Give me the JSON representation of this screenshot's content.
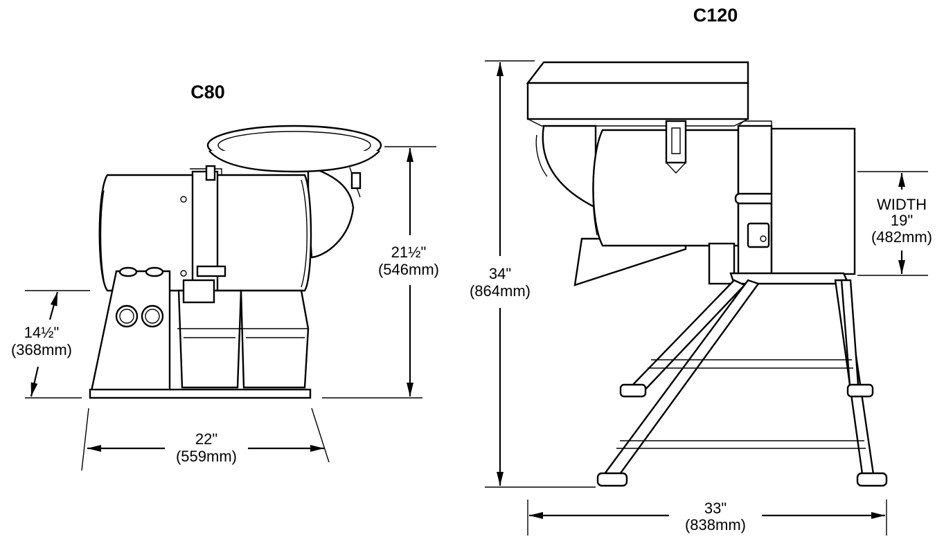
{
  "models": {
    "c80": {
      "title": "C80",
      "height_in": "21½\"",
      "height_mm": "(546mm)",
      "base_in": "14½\"",
      "base_mm": "(368mm)",
      "width_in": "22\"",
      "width_mm": "(559mm)"
    },
    "c120": {
      "title": "C120",
      "height_in": "34\"",
      "height_mm": "(864mm)",
      "width_label": "WIDTH",
      "width_in": "19\"",
      "width_mm": "(482mm)",
      "length_in": "33\"",
      "length_mm": "(838mm)"
    }
  }
}
